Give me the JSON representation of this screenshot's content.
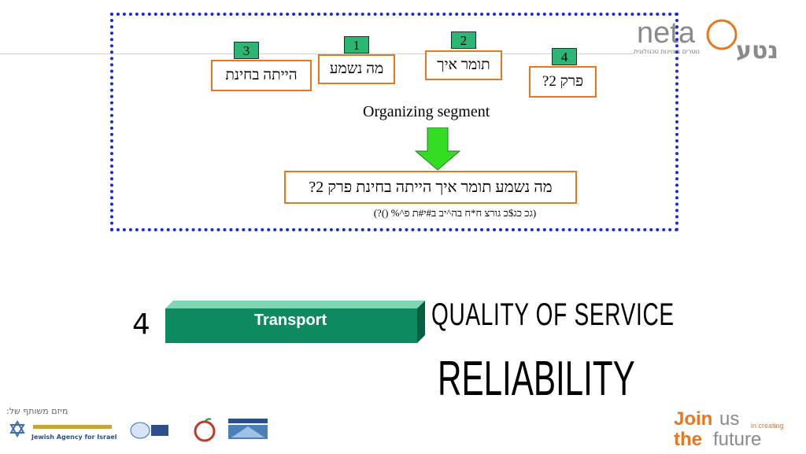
{
  "slide": {
    "words": [
      {
        "num": "1",
        "text": "מה נשמע"
      },
      {
        "num": "2",
        "text": "תומר איך"
      },
      {
        "num": "3",
        "text": "הייתה בחינת"
      },
      {
        "num": "4",
        "text": "פרק 2?"
      }
    ],
    "caption": "Organizing segment",
    "result": "מה נשמע תומר איך הייתה בחינת פרק 2?",
    "encoded": "(גכ כג$כ גורצ ח*ח בה^יב ב#י#ת פ^% ()?)",
    "layer_number": "4",
    "layer_label": "Transport",
    "qos": "QUALITY OF SERVICE",
    "reliability": "RELIABILITY"
  },
  "logos": {
    "neta_text": "neta",
    "neta_hebrew": "נטע",
    "neta_tagline": "נוטרים מצוינות טכנולוגית",
    "partners_label": "מיזם משותף של:",
    "jewish_agency": "Jewish Agency for Israel",
    "join": "Join",
    "us": "us",
    "in_creating": "in creating",
    "the": "the",
    "future": "future"
  },
  "colors": {
    "frame": "#1a2bd6",
    "box_border": "#e87722",
    "number_fill": "#2bb673",
    "arrow": "#33dd22",
    "layer_bar": "#0d8a5f"
  }
}
